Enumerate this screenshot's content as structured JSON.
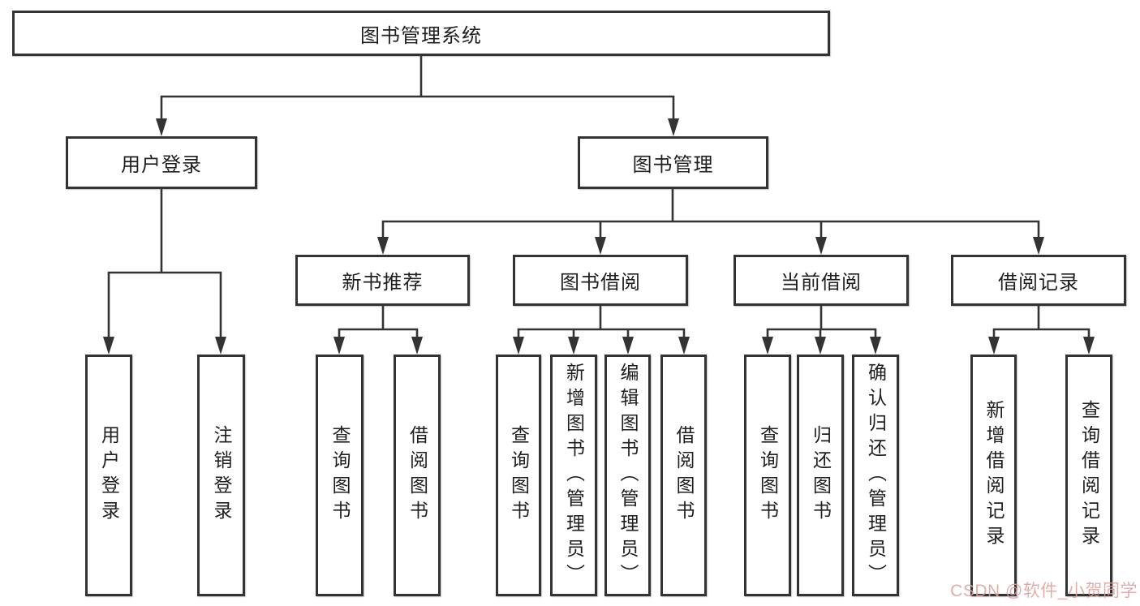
{
  "colors": {
    "line": "#333333",
    "box_border": "#333333",
    "box_background": "#ffffff",
    "text": "#1f1f1f",
    "watermark": "#de9f9b"
  },
  "tree": {
    "label": "图书管理系统",
    "children": [
      {
        "label": "用户登录",
        "children": [
          {
            "label": "用户登录"
          },
          {
            "label": "注销登录"
          }
        ]
      },
      {
        "label": "图书管理",
        "children": [
          {
            "label": "新书推荐",
            "children": [
              {
                "label": "查询图书"
              },
              {
                "label": "借阅图书"
              }
            ]
          },
          {
            "label": "图书借阅",
            "children": [
              {
                "label": "查询图书"
              },
              {
                "label": "新增图书（管理员）"
              },
              {
                "label": "编辑图书（管理员）"
              },
              {
                "label": "借阅图书"
              }
            ]
          },
          {
            "label": "当前借阅",
            "children": [
              {
                "label": "查询图书"
              },
              {
                "label": "归还图书"
              },
              {
                "label": "确认归还（管理员）"
              }
            ]
          },
          {
            "label": "借阅记录",
            "children": [
              {
                "label": "新增借阅记录"
              },
              {
                "label": "查询借阅记录"
              }
            ]
          }
        ]
      }
    ]
  },
  "watermark": {
    "text": "CSDN @软件_小贺同学"
  }
}
